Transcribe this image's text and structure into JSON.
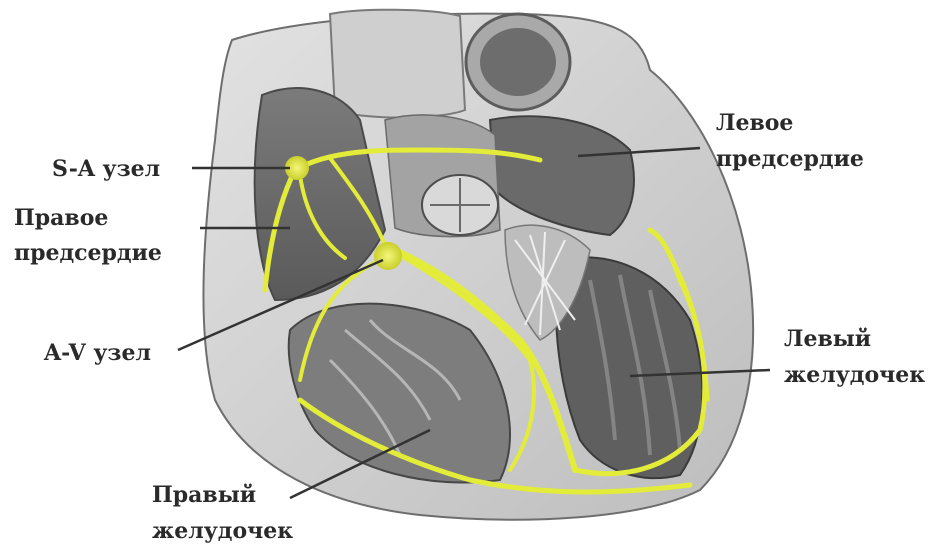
{
  "labels": {
    "sa_node": "S-A узел",
    "right_atrium_1": "Правое",
    "right_atrium_2": "предсердие",
    "av_node": "A-V узел",
    "right_ventricle_1": "Правый",
    "right_ventricle_2": "желудочек",
    "left_atrium_1": "Левое",
    "left_atrium_2": "предсердие",
    "left_ventricle_1": "Левый",
    "left_ventricle_2": "желудочек"
  },
  "colors": {
    "conduction": "#e4ec3a",
    "tissue_light": "#d6d6d6",
    "tissue_mid": "#8a8a8a",
    "tissue_dark": "#4f4f4f",
    "leader_line": "#333333"
  }
}
